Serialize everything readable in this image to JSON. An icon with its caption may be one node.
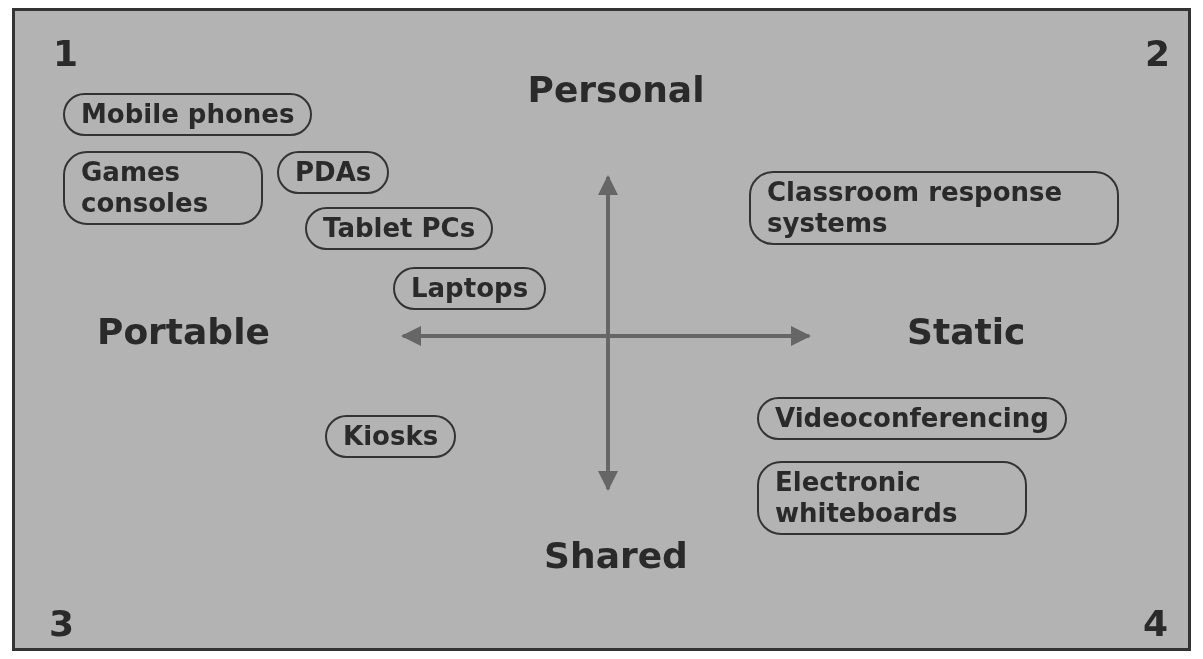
{
  "diagram": {
    "nodes": [
      {
        "text": [
          "Mobile phones"
        ]
      },
      {
        "text": [
          "Games consoles"
        ]
      },
      {
        "text": [
          "PDAs"
        ]
      },
      {
        "text": [
          "Tablet PCs"
        ]
      },
      {
        "text": [
          "Laptops"
        ]
      },
      {
        "text": [
          "Classroom response systems"
        ]
      },
      {
        "text": [
          "Kiosks"
        ]
      },
      {
        "text": [
          "Videoconferencing"
        ]
      },
      {
        "text": [
          "Electronic whiteboards"
        ]
      }
    ],
    "labels": [
      "1",
      "2",
      "Personal",
      "Portable",
      "Static",
      "Shared",
      "3",
      "4"
    ]
  }
}
